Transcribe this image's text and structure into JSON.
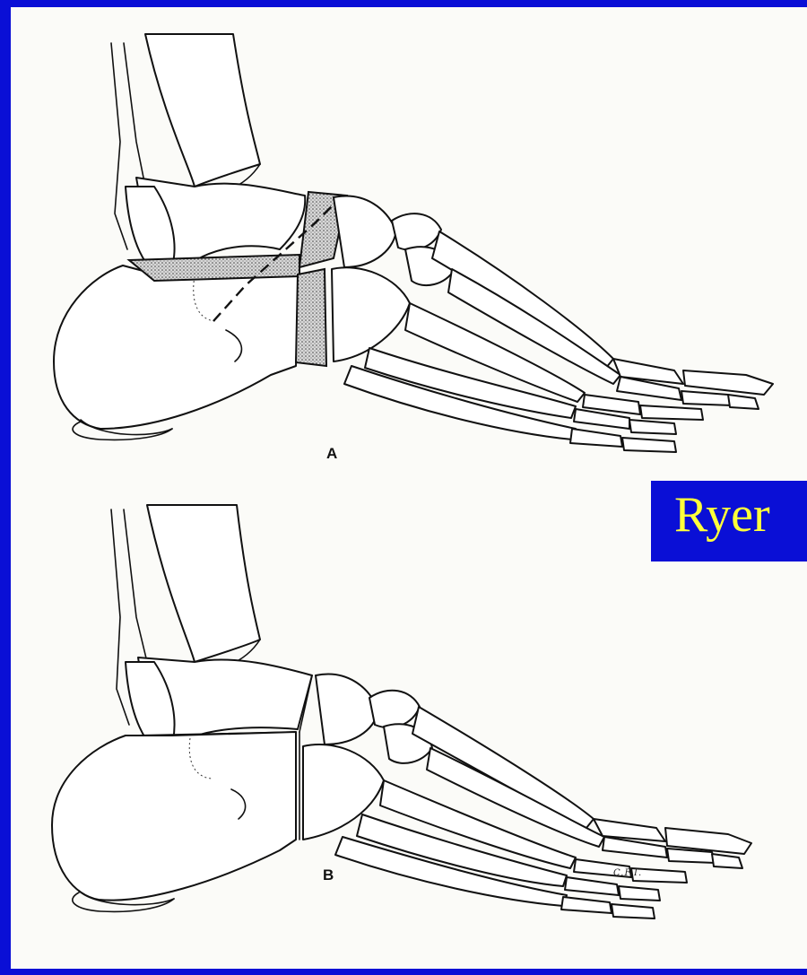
{
  "slide": {
    "title": "Ryer",
    "colors": {
      "background": "#0a0fd6",
      "title_text": "#ffff3a",
      "figure_background": "#fbfbf8",
      "line_art": "#111111"
    }
  },
  "figure": {
    "panel_a_label": "A",
    "panel_b_label": "B",
    "artist_signature": "C.F.I."
  }
}
